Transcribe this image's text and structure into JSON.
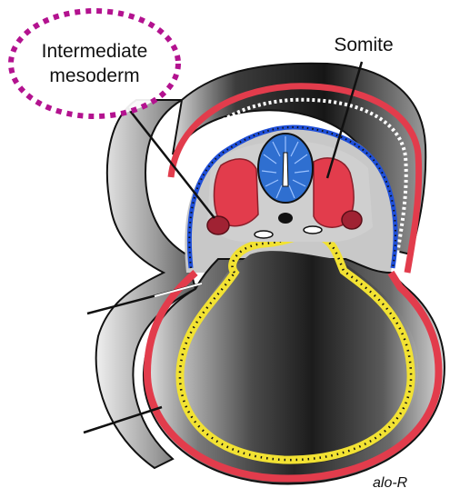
{
  "figure": {
    "labels": {
      "intermediate_line1": "Intermediate",
      "intermediate_line2": "mesoderm",
      "somite": "Somite"
    },
    "signature": "alo-R"
  },
  "colors": {
    "ectoderm_red": "#e23c4c",
    "neural_tube_blue": "#2f6fd0",
    "amnion_blue_dots": "#1f4fd8",
    "endoderm_yellow": "#f2e233",
    "highlight_magenta": "#b3128f",
    "dark_body": "#2a2a2a"
  },
  "icons": {
    "highlight": "dotted-ellipse",
    "pointer": "leader-line"
  }
}
